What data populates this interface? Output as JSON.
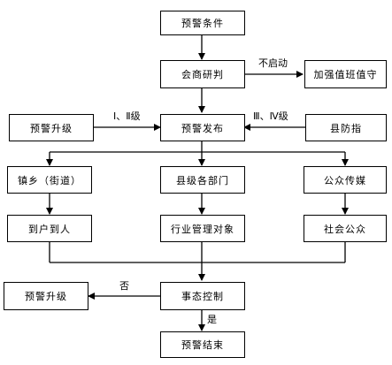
{
  "nodes": {
    "warning_condition": "预警条件",
    "consultation": "会商研判",
    "strengthen_duty": "加强值班值守",
    "warning_upgrade_top": "预警升级",
    "warning_release": "预警发布",
    "county_defense_hq": "县防指",
    "township": "镇乡（街道）",
    "county_departments": "县级各部门",
    "public_media": "公众传媒",
    "to_households": "到户到人",
    "industry_targets": "行业管理对象",
    "social_public": "社会公众",
    "warning_upgrade_bottom": "预警升级",
    "situation_control": "事态控制",
    "warning_end": "预警结束"
  },
  "edge_labels": {
    "not_activated": "不启动",
    "level_1_2": "Ⅰ、Ⅱ级",
    "level_3_4": "Ⅲ、Ⅳ级",
    "no": "否",
    "yes": "是"
  }
}
